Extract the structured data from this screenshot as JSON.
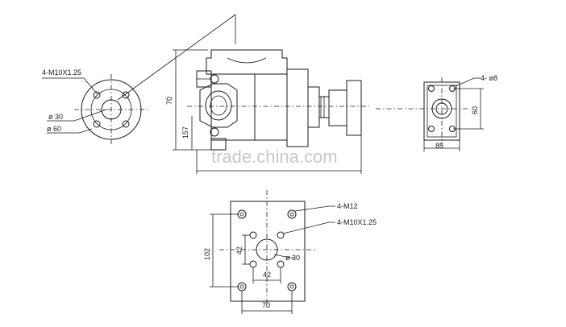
{
  "watermark": "trade.china.com",
  "left_flange": {
    "thread_label": "4-M10X1.25",
    "bore_label": "ø 30",
    "pcd_label": "ø 60"
  },
  "side_view": {
    "height_label": "70",
    "offset_label": "157"
  },
  "right_flange": {
    "hole_label": "4- ø8",
    "height_label": "60",
    "width_label": "85"
  },
  "bottom_plate": {
    "tap_label": "4-M12",
    "thread_label": "4-M10X1.25",
    "bore_label": "ø 30",
    "height_label": "102",
    "inner_v_label": "42",
    "inner_h_label": "42",
    "width_label": "70"
  }
}
